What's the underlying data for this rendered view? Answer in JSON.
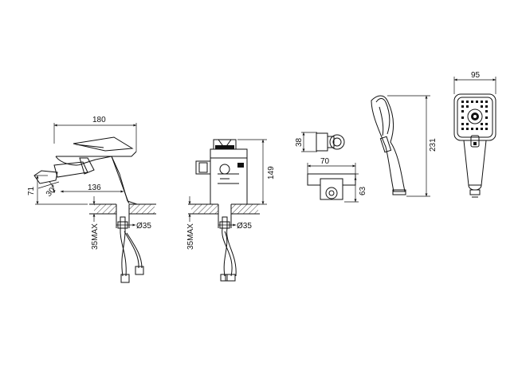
{
  "dimensions": {
    "basin_width": "180",
    "basin_height": "71",
    "basin_angle": "30°",
    "spout_reach": "136",
    "basin_hole": "Ø35",
    "basin_max_thickness": "35MAX",
    "side_height": "149",
    "side_hole": "Ø35",
    "side_max_thickness": "35MAX",
    "holder_height": "38",
    "bracket_width": "70",
    "bracket_height": "63",
    "shower_length": "231",
    "shower_width": "95"
  },
  "colors": {
    "line": "#111111",
    "background": "#ffffff"
  }
}
